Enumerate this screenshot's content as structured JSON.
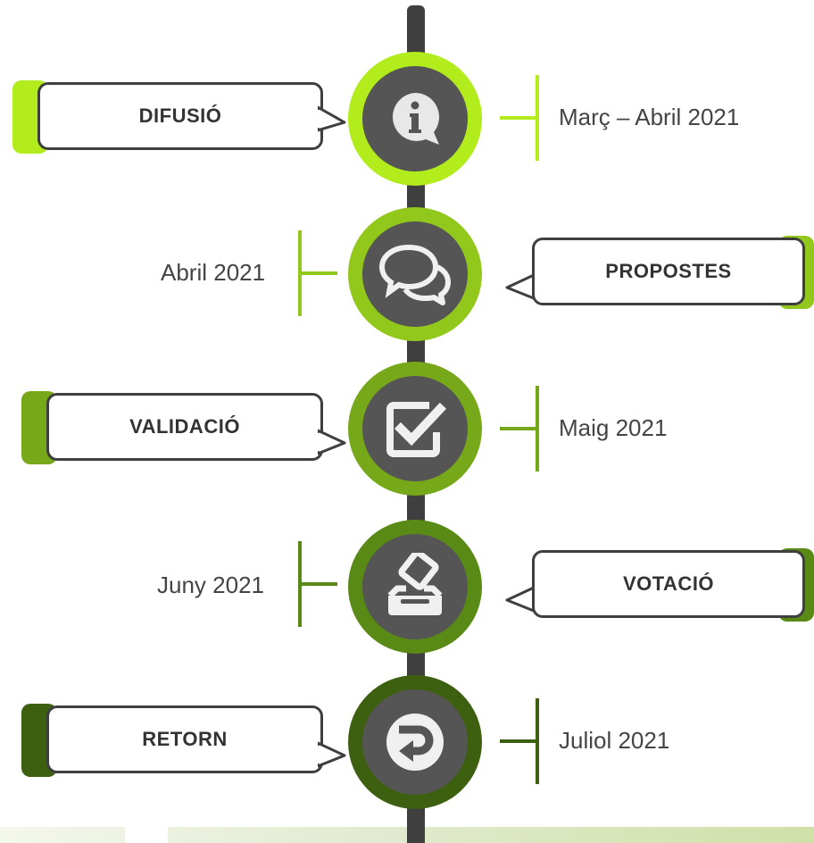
{
  "steps": [
    {
      "label": "DIFUSIÓ",
      "date": "Març – Abril  2021",
      "icon": "info-bubble-icon",
      "color": "#b3ec1c"
    },
    {
      "label": "PROPOSTES",
      "date": "Abril 2021",
      "icon": "chat-bubbles-icon",
      "color": "#92c81c"
    },
    {
      "label": "VALIDACIÓ",
      "date": "Maig 2021",
      "icon": "checkbox-icon",
      "color": "#76a81a"
    },
    {
      "label": "VOTACIÓ",
      "date": "Juny  2021",
      "icon": "ballot-box-icon",
      "color": "#5a8a16"
    },
    {
      "label": "RETORN",
      "date": "Juliol 2021",
      "icon": "return-arrow-icon",
      "color": "#3d5f10"
    }
  ],
  "colors": {
    "spine": "#3f3f3f",
    "node_inner": "#555555",
    "text": "#333333"
  }
}
